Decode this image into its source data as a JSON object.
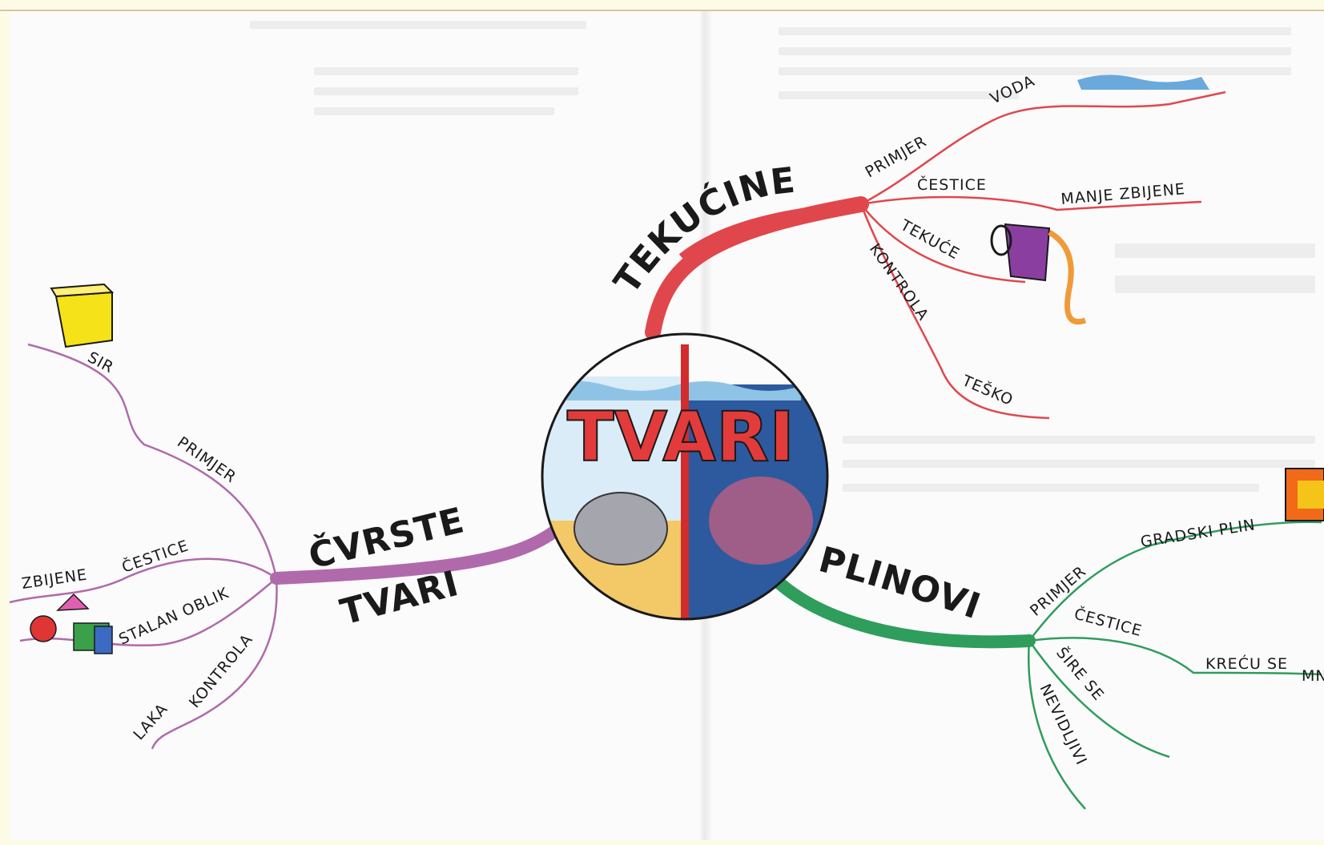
{
  "center": {
    "title": "TVARI"
  },
  "branches": {
    "liquids": {
      "title": "TEKUĆINE",
      "color": "#e0474c",
      "labels": {
        "primjer": "PRIMJER",
        "voda": "VODA",
        "cestice": "ČESTICE",
        "manje_zbijene": "MANJE ZBIJENE",
        "tekuce": "TEKUĆE",
        "kontrola": "KONTROLA",
        "tesko": "TEŠKO"
      }
    },
    "solids": {
      "title_line1": "ČVRSTE",
      "title_line2": "TVARI",
      "color": "#b06aac",
      "labels": {
        "sir": "SIR",
        "primjer": "PRIMJER",
        "cestice": "ČESTICE",
        "zbijene": "ZBIJENE",
        "stalan_oblik": "STALAN OBLIK",
        "kontrola": "KONTROLA",
        "laka": "LAKA"
      }
    },
    "gases": {
      "title": "PLINOVI",
      "color": "#2f9d5c",
      "labels": {
        "primjer": "PRIMJER",
        "gradski_plin": "GRADSKI PLIN",
        "cestice": "ČESTICE",
        "krecu_se": "KREĆU SE",
        "mn": "MN",
        "sire_se": "ŠIRE SE",
        "nevidljivi": "NEVIDLJIVI"
      }
    }
  },
  "icons": [
    "cheese-icon",
    "shapes-icon",
    "water-icon",
    "mug-icon",
    "heater-icon",
    "rock-icon",
    "gas-cloud-icon"
  ]
}
